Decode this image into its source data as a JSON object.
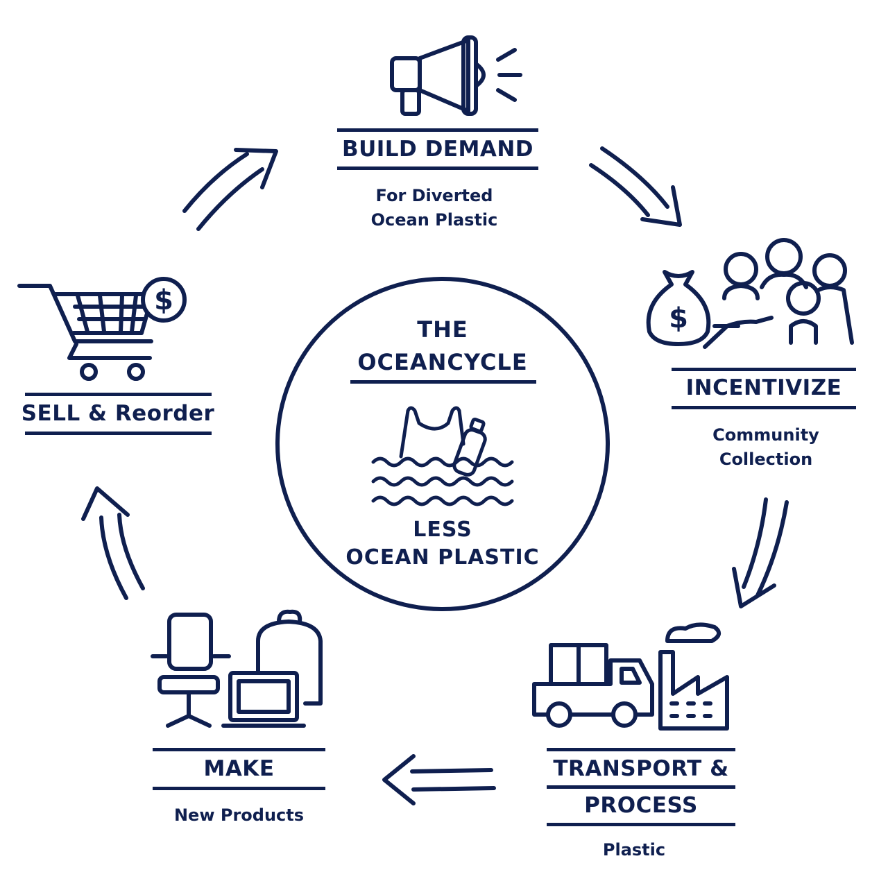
{
  "colors": {
    "primary": "#0f1f4f",
    "background": "#ffffff"
  },
  "center": {
    "title_line1": "THE",
    "title_line2": "OCEANCYCLE",
    "caption_line1": "LESS",
    "caption_line2": "OCEAN PLASTIC",
    "icon": "plastic-bag-and-bottle-in-waves-icon"
  },
  "steps": {
    "build_demand": {
      "title": "BUILD DEMAND",
      "sub_line1": "For Diverted",
      "sub_line2": "Ocean Plastic",
      "icon": "megaphone-icon"
    },
    "incentivize": {
      "title": "INCENTIVIZE",
      "sub_line1": "Community",
      "sub_line2": "Collection",
      "icon": "money-bag-and-community-icon"
    },
    "transport": {
      "title_line1": "TRANSPORT &",
      "title_line2": "PROCESS",
      "sub": "Plastic",
      "icon": "truck-and-factory-icon"
    },
    "make": {
      "title": "MAKE",
      "sub": "New Products",
      "icon": "chair-laptop-backpack-icon"
    },
    "sell": {
      "title": "SELL & Reorder",
      "icon": "shopping-cart-dollar-icon"
    }
  }
}
